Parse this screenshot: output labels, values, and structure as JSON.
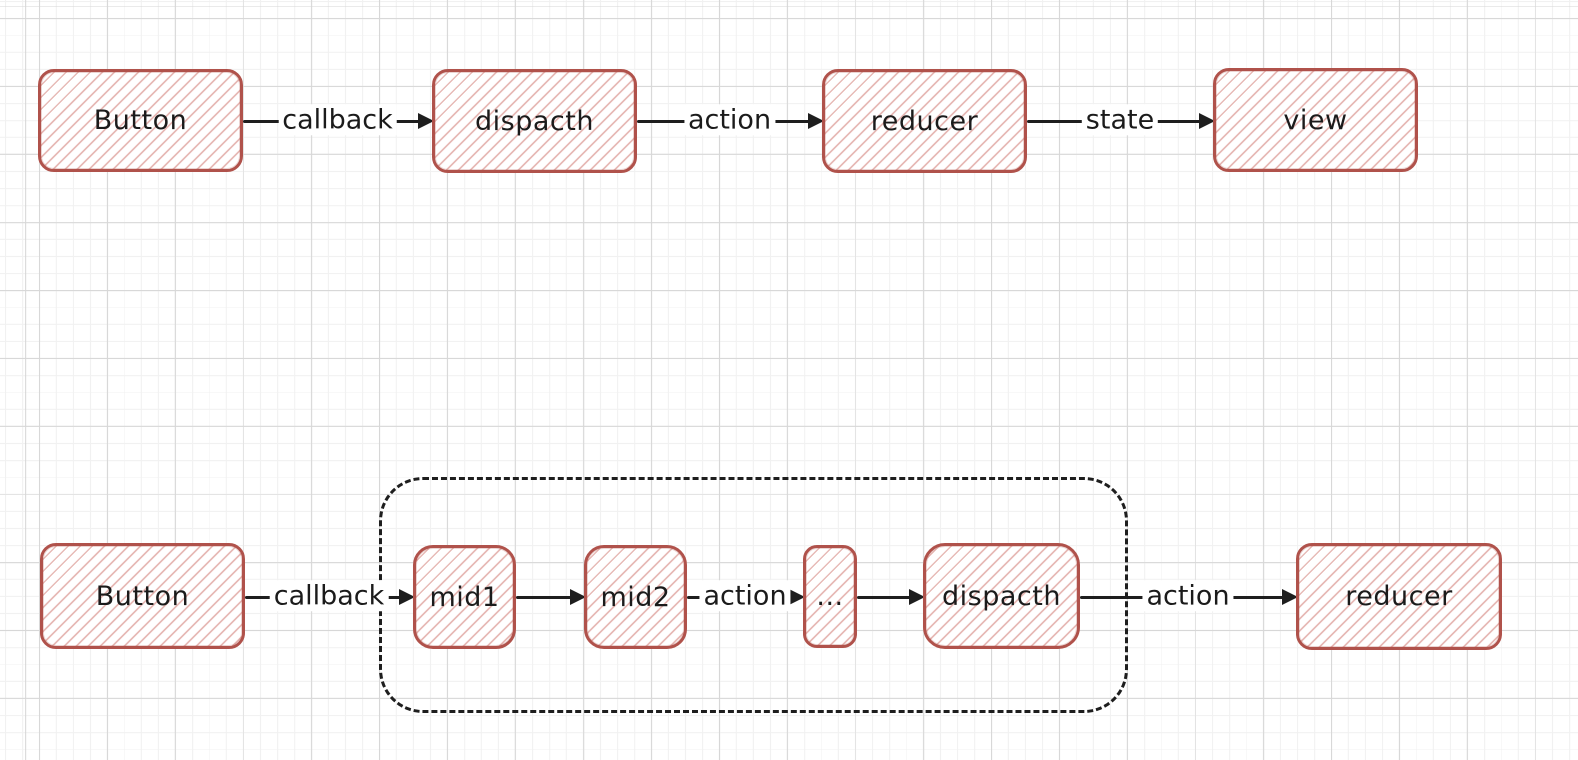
{
  "diagram": {
    "description_colors": {
      "node_stroke": "#b0524b",
      "node_hatch": "#c65c54",
      "arrow": "#1e1e1e",
      "text": "#1b1b1b",
      "group_border": "#1e1e1e",
      "grid_minor": "#f1f1f1",
      "grid_major": "#d7d7d7",
      "background": "#ffffff"
    },
    "top_flow": {
      "nodes": [
        {
          "label": "Button"
        },
        {
          "label": "dispacth"
        },
        {
          "label": "reducer"
        },
        {
          "label": "view"
        }
      ],
      "arrows": [
        {
          "label": "callback"
        },
        {
          "label": "action"
        },
        {
          "label": "state"
        }
      ]
    },
    "bottom_flow": {
      "nodes": [
        {
          "label": "Button"
        },
        {
          "label": "mid1"
        },
        {
          "label": "mid2"
        },
        {
          "label": "..."
        },
        {
          "label": "dispacth"
        },
        {
          "label": "reducer"
        }
      ],
      "arrows": [
        {
          "label": "callback"
        },
        {
          "label": ""
        },
        {
          "label": "action"
        },
        {
          "label": ""
        },
        {
          "label": "action"
        }
      ]
    }
  }
}
